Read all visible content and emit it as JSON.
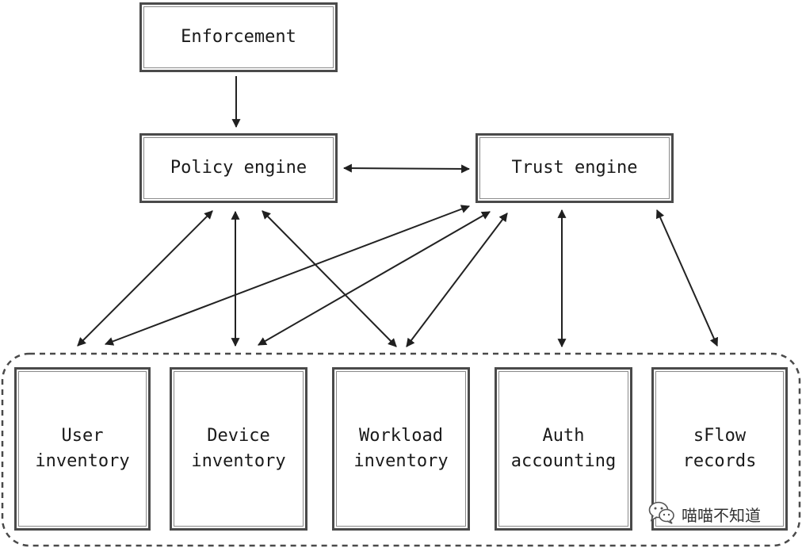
{
  "nodes": {
    "enforcement": "Enforcement",
    "policy_engine": "Policy engine",
    "trust_engine": "Trust engine",
    "user_inventory": "User\ninventory",
    "device_inventory": "Device\ninventory",
    "workload_inventory": "Workload\ninventory",
    "auth_accounting": "Auth\naccounting",
    "sflow_records": "sFlow\nrecords"
  },
  "watermark": {
    "text": "喵喵不知道",
    "icon": "wechat-icon"
  },
  "colors": {
    "stroke": "#2a2a2a",
    "box_border": "#4a4a4a",
    "dashed_group": "#4a4a4a"
  }
}
